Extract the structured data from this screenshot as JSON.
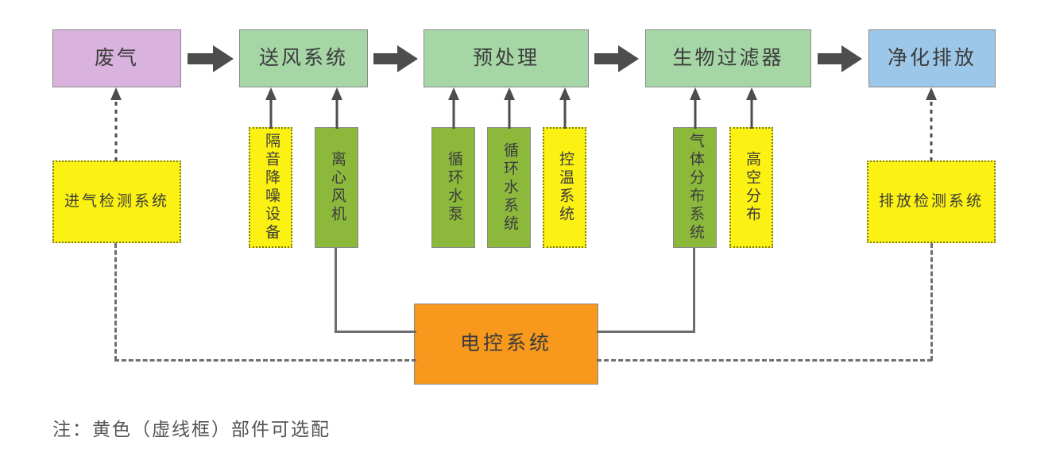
{
  "diagram": {
    "title_note": "注：黄色（虚线框）部件可选配",
    "colors": {
      "waste_gas": "#d9b3dd",
      "process_stage": "#a6d6a6",
      "discharge": "#9dc7e8",
      "standard_component": "#8cb83c",
      "optional_component": "#fbf113",
      "control_system": "#f8991d",
      "arrow": "#4d4d4d",
      "connector": "#6e6e6e"
    },
    "main_flow": [
      {
        "id": "waste-gas",
        "label": "废气"
      },
      {
        "id": "air-supply",
        "label": "送风系统"
      },
      {
        "id": "pretreat",
        "label": "预处理"
      },
      {
        "id": "biofilter",
        "label": "生物过滤器"
      },
      {
        "id": "clean-out",
        "label": "净化排放"
      }
    ],
    "components": {
      "intake_detection": {
        "label": "进气检测系统",
        "optional": true
      },
      "sound_insulation": {
        "label": "隔音降噪设备",
        "optional": true
      },
      "centrifugal_fan": {
        "label": "离心风机",
        "optional": false
      },
      "circulating_pump": {
        "label": "循环水泵",
        "optional": false
      },
      "circulating_water": {
        "label": "循环水系统",
        "optional": false
      },
      "temp_control": {
        "label": "控温系统",
        "optional": true
      },
      "gas_distribution": {
        "label": "气体分布系统",
        "optional": false
      },
      "high_altitude": {
        "label": "高空分布",
        "optional": true
      },
      "emission_detection": {
        "label": "排放检测系统",
        "optional": true
      },
      "control_system": {
        "label": "电控系统",
        "optional": false
      }
    }
  }
}
